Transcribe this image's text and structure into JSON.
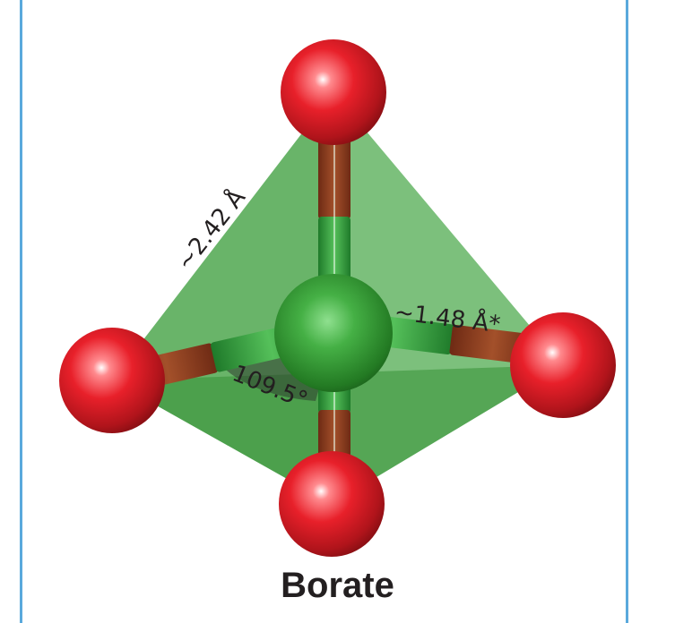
{
  "figure": {
    "caption": "Borate",
    "labels": {
      "o_o_distance": "~2.42 Å",
      "b_o_distance": "~1.48 Å*",
      "bond_angle": "109.5°"
    }
  },
  "colors": {
    "border": "#5aa9dc",
    "oxygen": "#e01f26",
    "boron": "#3aa63a",
    "tetrahedron": "#3a9d3a",
    "bond_green": "#2f9e3a",
    "bond_red": "#8a3b1f"
  },
  "atoms": [
    "oxygen-top",
    "oxygen-left",
    "oxygen-right",
    "oxygen-bottom",
    "boron-center"
  ]
}
